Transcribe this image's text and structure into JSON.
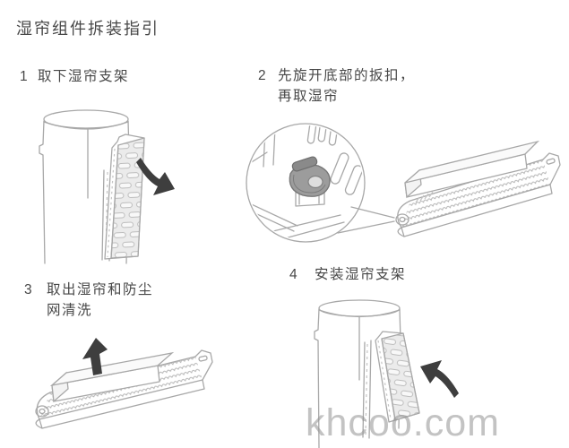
{
  "title": "湿帘组件拆装指引",
  "steps": [
    {
      "number": "1",
      "lines": [
        "取下湿帘支架"
      ]
    },
    {
      "number": "2",
      "lines": [
        "先旋开底部的扳扣，",
        "再取湿帘"
      ]
    },
    {
      "number": "3",
      "lines": [
        "取出湿帘和防尘",
        "网清洗"
      ]
    },
    {
      "number": "4",
      "lines": [
        "安装湿帘支架"
      ]
    }
  ],
  "watermark": "khcoo.com",
  "icons": {
    "step1_arrow": "arrow-down-right",
    "step3_arrow": "arrow-up",
    "step4_arrow": "arrow-up-left"
  },
  "colors": {
    "text": "#474747",
    "line": "#a8a8a8",
    "arrow": "#3e3e3e",
    "watermark": "#919191"
  }
}
